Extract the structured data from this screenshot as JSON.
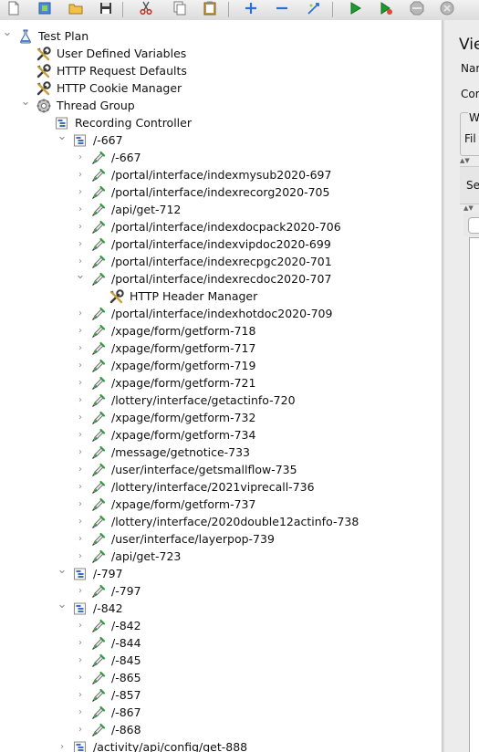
{
  "toolbar": {
    "buttons": [
      "new-icon",
      "templates-icon",
      "open-icon",
      "save-icon",
      "cut-icon",
      "copy-icon",
      "paste-icon",
      "expand-icon",
      "collapse-icon",
      "toggle-icon",
      "start-icon",
      "start-no-pause-icon",
      "stop-icon",
      "shutdown-icon"
    ]
  },
  "tree": {
    "rows": [
      {
        "label": "Test Plan",
        "level": 0,
        "arrow": "expanded",
        "icon": "test-plan-icon"
      },
      {
        "label": "User Defined Variables",
        "level": 1,
        "arrow": "none",
        "icon": "config-element-icon"
      },
      {
        "label": "HTTP Request Defaults",
        "level": 1,
        "arrow": "none",
        "icon": "config-element-icon"
      },
      {
        "label": "HTTP Cookie Manager",
        "level": 1,
        "arrow": "none",
        "icon": "config-element-icon"
      },
      {
        "label": "Thread Group",
        "level": 1,
        "arrow": "expanded",
        "icon": "thread-group-icon"
      },
      {
        "label": "Recording Controller",
        "level": 2,
        "arrow": "none",
        "icon": "controller-icon"
      },
      {
        "label": "/-667",
        "level": 3,
        "arrow": "expanded",
        "icon": "controller-icon"
      },
      {
        "label": "/-667",
        "level": 4,
        "arrow": "collapsed",
        "icon": "sampler-icon"
      },
      {
        "label": "/portal/interface/indexmysub2020-697",
        "level": 4,
        "arrow": "collapsed",
        "icon": "sampler-icon"
      },
      {
        "label": "/portal/interface/indexrecorg2020-705",
        "level": 4,
        "arrow": "collapsed",
        "icon": "sampler-icon"
      },
      {
        "label": "/api/get-712",
        "level": 4,
        "arrow": "collapsed",
        "icon": "sampler-icon"
      },
      {
        "label": "/portal/interface/indexdocpack2020-706",
        "level": 4,
        "arrow": "collapsed",
        "icon": "sampler-icon"
      },
      {
        "label": "/portal/interface/indexvipdoc2020-699",
        "level": 4,
        "arrow": "collapsed",
        "icon": "sampler-icon"
      },
      {
        "label": "/portal/interface/indexrecpgc2020-701",
        "level": 4,
        "arrow": "collapsed",
        "icon": "sampler-icon"
      },
      {
        "label": "/portal/interface/indexrecdoc2020-707",
        "level": 4,
        "arrow": "expanded",
        "icon": "sampler-icon"
      },
      {
        "label": "HTTP Header Manager",
        "level": 5,
        "arrow": "none",
        "icon": "config-element-icon"
      },
      {
        "label": "/portal/interface/indexhotdoc2020-709",
        "level": 4,
        "arrow": "collapsed",
        "icon": "sampler-icon"
      },
      {
        "label": "/xpage/form/getform-718",
        "level": 4,
        "arrow": "collapsed",
        "icon": "sampler-icon"
      },
      {
        "label": "/xpage/form/getform-717",
        "level": 4,
        "arrow": "collapsed",
        "icon": "sampler-icon"
      },
      {
        "label": "/xpage/form/getform-719",
        "level": 4,
        "arrow": "collapsed",
        "icon": "sampler-icon"
      },
      {
        "label": "/xpage/form/getform-721",
        "level": 4,
        "arrow": "collapsed",
        "icon": "sampler-icon"
      },
      {
        "label": "/lottery/interface/getactinfo-720",
        "level": 4,
        "arrow": "collapsed",
        "icon": "sampler-icon"
      },
      {
        "label": "/xpage/form/getform-732",
        "level": 4,
        "arrow": "collapsed",
        "icon": "sampler-icon"
      },
      {
        "label": "/xpage/form/getform-734",
        "level": 4,
        "arrow": "collapsed",
        "icon": "sampler-icon"
      },
      {
        "label": "/message/getnotice-733",
        "level": 4,
        "arrow": "collapsed",
        "icon": "sampler-icon"
      },
      {
        "label": "/user/interface/getsmallflow-735",
        "level": 4,
        "arrow": "collapsed",
        "icon": "sampler-icon"
      },
      {
        "label": "/lottery/interface/2021viprecall-736",
        "level": 4,
        "arrow": "collapsed",
        "icon": "sampler-icon"
      },
      {
        "label": "/xpage/form/getform-737",
        "level": 4,
        "arrow": "collapsed",
        "icon": "sampler-icon"
      },
      {
        "label": "/lottery/interface/2020double12actinfo-738",
        "level": 4,
        "arrow": "collapsed",
        "icon": "sampler-icon"
      },
      {
        "label": "/user/interface/layerpop-739",
        "level": 4,
        "arrow": "collapsed",
        "icon": "sampler-icon"
      },
      {
        "label": "/api/get-723",
        "level": 4,
        "arrow": "collapsed",
        "icon": "sampler-icon"
      },
      {
        "label": "/-797",
        "level": 3,
        "arrow": "expanded",
        "icon": "controller-icon"
      },
      {
        "label": "/-797",
        "level": 4,
        "arrow": "collapsed",
        "icon": "sampler-icon"
      },
      {
        "label": "/-842",
        "level": 3,
        "arrow": "expanded",
        "icon": "controller-icon"
      },
      {
        "label": "/-842",
        "level": 4,
        "arrow": "collapsed",
        "icon": "sampler-icon"
      },
      {
        "label": "/-844",
        "level": 4,
        "arrow": "collapsed",
        "icon": "sampler-icon"
      },
      {
        "label": "/-845",
        "level": 4,
        "arrow": "collapsed",
        "icon": "sampler-icon"
      },
      {
        "label": "/-865",
        "level": 4,
        "arrow": "collapsed",
        "icon": "sampler-icon"
      },
      {
        "label": "/-857",
        "level": 4,
        "arrow": "collapsed",
        "icon": "sampler-icon"
      },
      {
        "label": "/-867",
        "level": 4,
        "arrow": "collapsed",
        "icon": "sampler-icon"
      },
      {
        "label": "/-868",
        "level": 4,
        "arrow": "collapsed",
        "icon": "sampler-icon"
      },
      {
        "label": "/activity/api/config/get-888",
        "level": 3,
        "arrow": "collapsed",
        "icon": "controller-icon"
      }
    ]
  },
  "right_panel": {
    "title": "Vie",
    "name_label": "Nar",
    "comments_label": "Cor",
    "write_group_label": "W",
    "filename_label": "Fil",
    "search_label": "Se"
  }
}
